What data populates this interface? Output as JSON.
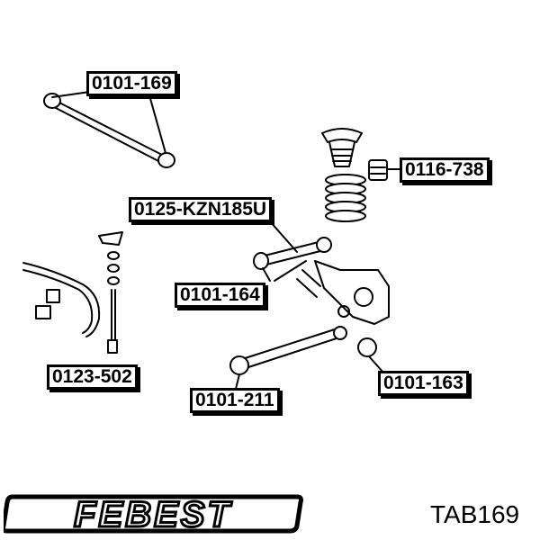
{
  "labels": {
    "arm_upper_left": "0101-169",
    "bump_stop": "0116-738",
    "arm_upper_right": "0125-KZN185U",
    "bushing_upper_right": "0101-164",
    "stabilizer_link": "0123-502",
    "lower_arm": "0101-211",
    "lower_arm_bushing": "0101-163"
  },
  "brand": {
    "name": "FEBEST",
    "part_code": "TAB169"
  },
  "colors": {
    "ink": "#000000",
    "paper": "#ffffff"
  }
}
